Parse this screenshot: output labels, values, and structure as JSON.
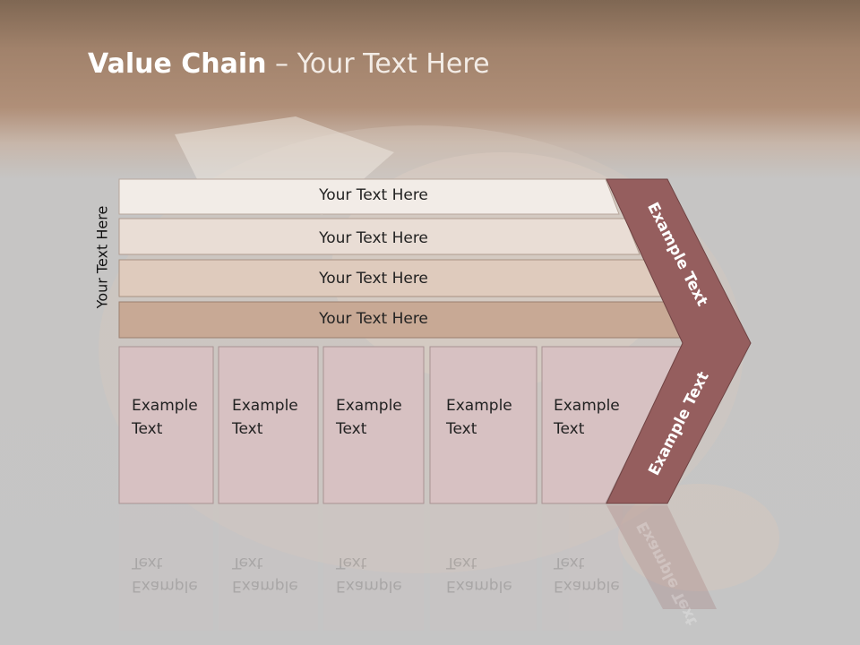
{
  "title": {
    "bold": "Value Chain",
    "rest": " – Your Text Here"
  },
  "side_label": "Your Text Here",
  "bars": [
    {
      "label": "Your Text Here"
    },
    {
      "label": "Your Text Here"
    },
    {
      "label": "Your Text Here"
    },
    {
      "label": "Your Text Here"
    }
  ],
  "columns": [
    {
      "line1": "Example",
      "line2": "Text"
    },
    {
      "line1": "Example",
      "line2": "Text"
    },
    {
      "line1": "Example",
      "line2": "Text"
    },
    {
      "line1": "Example",
      "line2": "Text"
    },
    {
      "line1": "Example",
      "line2": "Text"
    }
  ],
  "chevron": {
    "upper": "Example Text",
    "lower": "Example Text"
  },
  "colors": {
    "bar_1": "#f2ece7",
    "bar_2": "#e9ddd5",
    "bar_3": "#dfcbbd",
    "bar_4": "#c8a995",
    "column": "#d7c1c2",
    "chevron": "#955e5e"
  }
}
